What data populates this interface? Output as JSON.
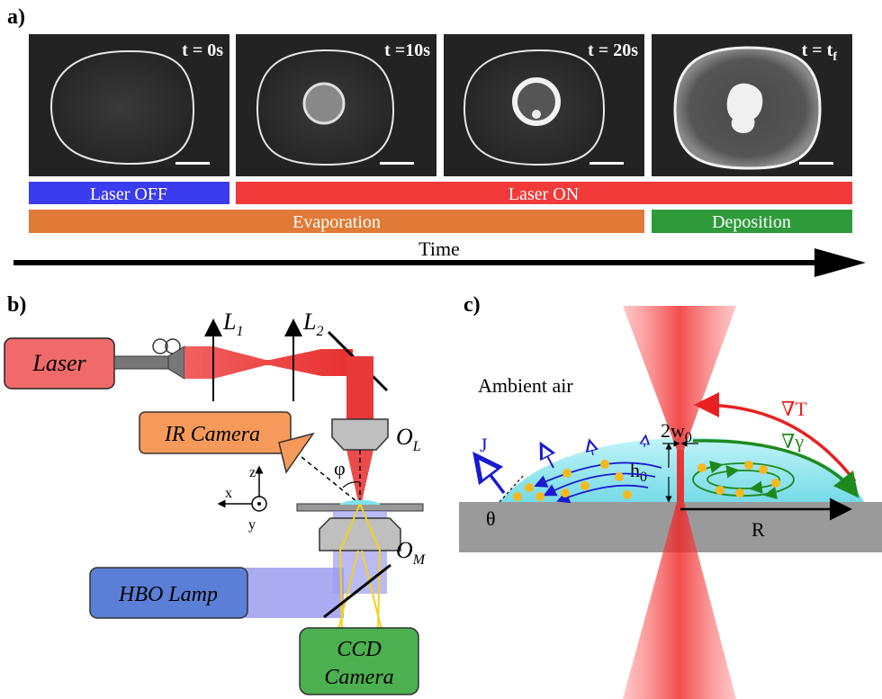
{
  "panel_a": {
    "label": "a)",
    "frames": [
      {
        "time": "t = 0s"
      },
      {
        "time": "t =10s"
      },
      {
        "time": "t = 20s"
      },
      {
        "time_main": "t = t",
        "time_sub": "f"
      }
    ],
    "bars": {
      "laser_off": "Laser OFF",
      "laser_on": "Laser ON",
      "evaporation": "Evaporation",
      "deposition": "Deposition"
    },
    "time_axis": "Time"
  },
  "panel_b": {
    "label": "b)",
    "laser": "Laser",
    "ir_camera": "IR Camera",
    "hbo_lamp": "HBO Lamp",
    "ccd_line1": "CCD",
    "ccd_line2": "Camera",
    "l1": "L",
    "l1_sub": "1",
    "l2": "L",
    "l2_sub": "2",
    "ol": "O",
    "ol_sub": "L",
    "om": "O",
    "om_sub": "M",
    "phi": "φ",
    "axis_z": "z",
    "axis_x": "x",
    "axis_y": "y"
  },
  "panel_c": {
    "label": "c)",
    "ambient": "Ambient air",
    "grad_t": "∇T",
    "grad_gamma": "∇γ",
    "w0_main": "2w",
    "w0_sub": "0",
    "h0_main": "h",
    "h0_sub": "0",
    "flux": "J",
    "theta": "θ",
    "radius": "R"
  },
  "colors": {
    "laser_off": "#3b3bf0",
    "laser_on": "#f23a3a",
    "evaporation": "#e07a36",
    "deposition": "#2e9a3a",
    "laser_box": "#f06a6a",
    "ir_box": "#f59a5a",
    "hbo_box": "#5b7fd6",
    "ccd_box": "#4caf50",
    "beam": "#f04040",
    "droplet": "#8ee6ef",
    "substrate": "#9a9a9a"
  }
}
